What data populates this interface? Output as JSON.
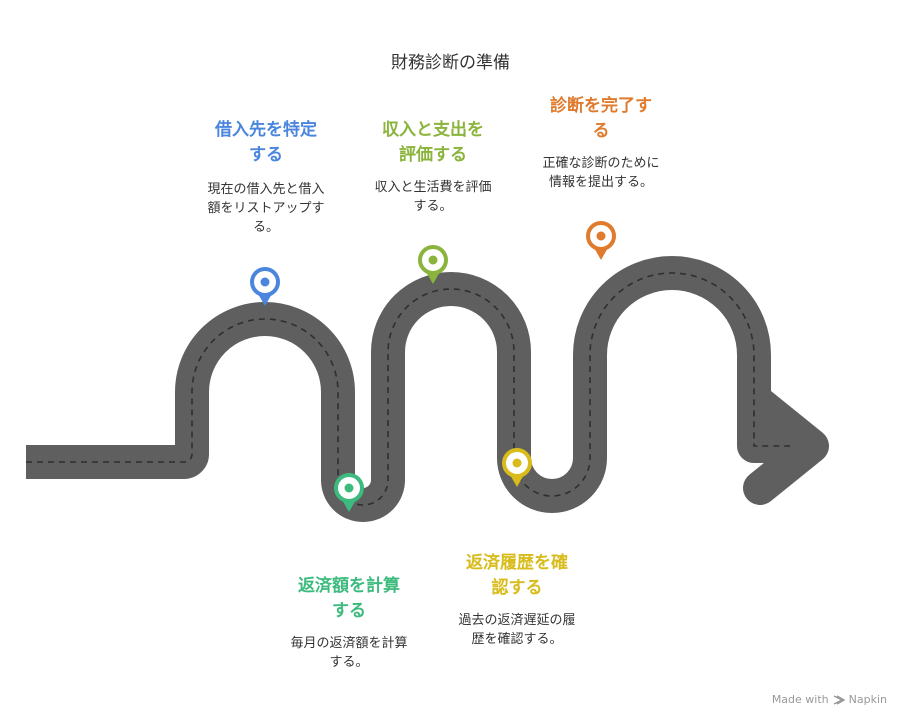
{
  "title": "財務診断の準備",
  "colors": {
    "road": "#5f5f5f",
    "dash": "#2f2f2f",
    "blue": "#4a86dd",
    "green": "#3dbb7e",
    "lime": "#8ab43b",
    "yellow": "#d8bc1b",
    "orange": "#e07b2d"
  },
  "steps": [
    {
      "title": [
        "借入先を特定",
        "する"
      ],
      "desc": [
        "現在の借入先と借入",
        "額をリストアップす",
        "る。"
      ],
      "color": "blue",
      "icon": "map-pin-icon"
    },
    {
      "title": [
        "返済額を計算",
        "する"
      ],
      "desc": [
        "毎月の返済額を計算",
        "する。"
      ],
      "color": "green",
      "icon": "map-pin-icon"
    },
    {
      "title": [
        "収入と支出を",
        "評価する"
      ],
      "desc": [
        "収入と生活費を評価",
        "する。"
      ],
      "color": "lime",
      "icon": "map-pin-icon"
    },
    {
      "title": [
        "返済履歴を確",
        "認する"
      ],
      "desc": [
        "過去の返済遅延の履",
        "歴を確認する。"
      ],
      "color": "yellow",
      "icon": "map-pin-icon"
    },
    {
      "title": [
        "診断を完了す",
        "る"
      ],
      "desc": [
        "正確な診断のために",
        "情報を提出する。"
      ],
      "color": "orange",
      "icon": "map-pin-icon"
    }
  ],
  "watermark": {
    "text": "Made with",
    "brand": "Napkin",
    "icon": "napkin-logo-icon"
  }
}
